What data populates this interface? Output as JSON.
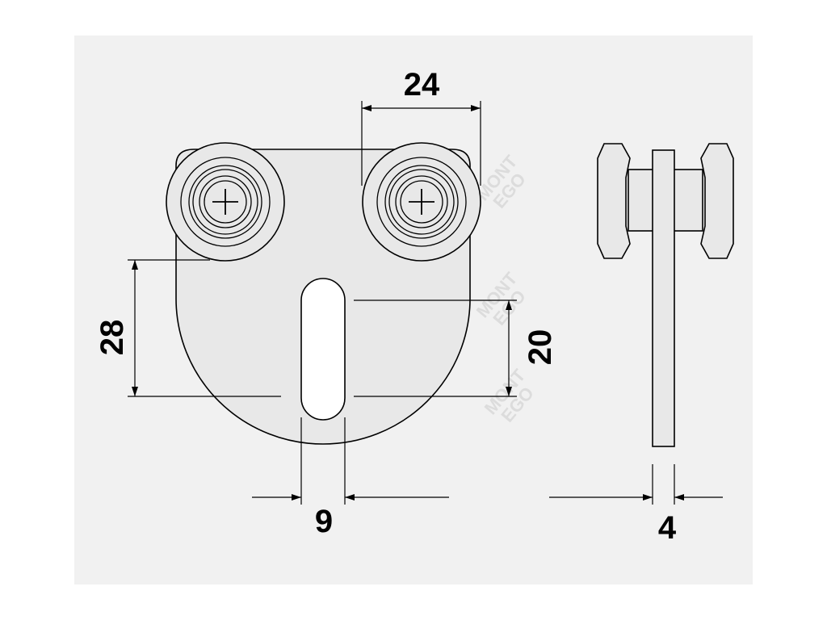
{
  "dimensions": {
    "wheel_spacing": "24",
    "height_left": "28",
    "slot_length": "20",
    "slot_width": "9",
    "plate_thickness": "4"
  },
  "watermark": {
    "line1": "MONT",
    "line2": "EGO"
  },
  "colors": {
    "background": "#ffffff",
    "panel": "#f1f1f1",
    "part_fill": "#e8e8e8",
    "line": "#000000"
  }
}
